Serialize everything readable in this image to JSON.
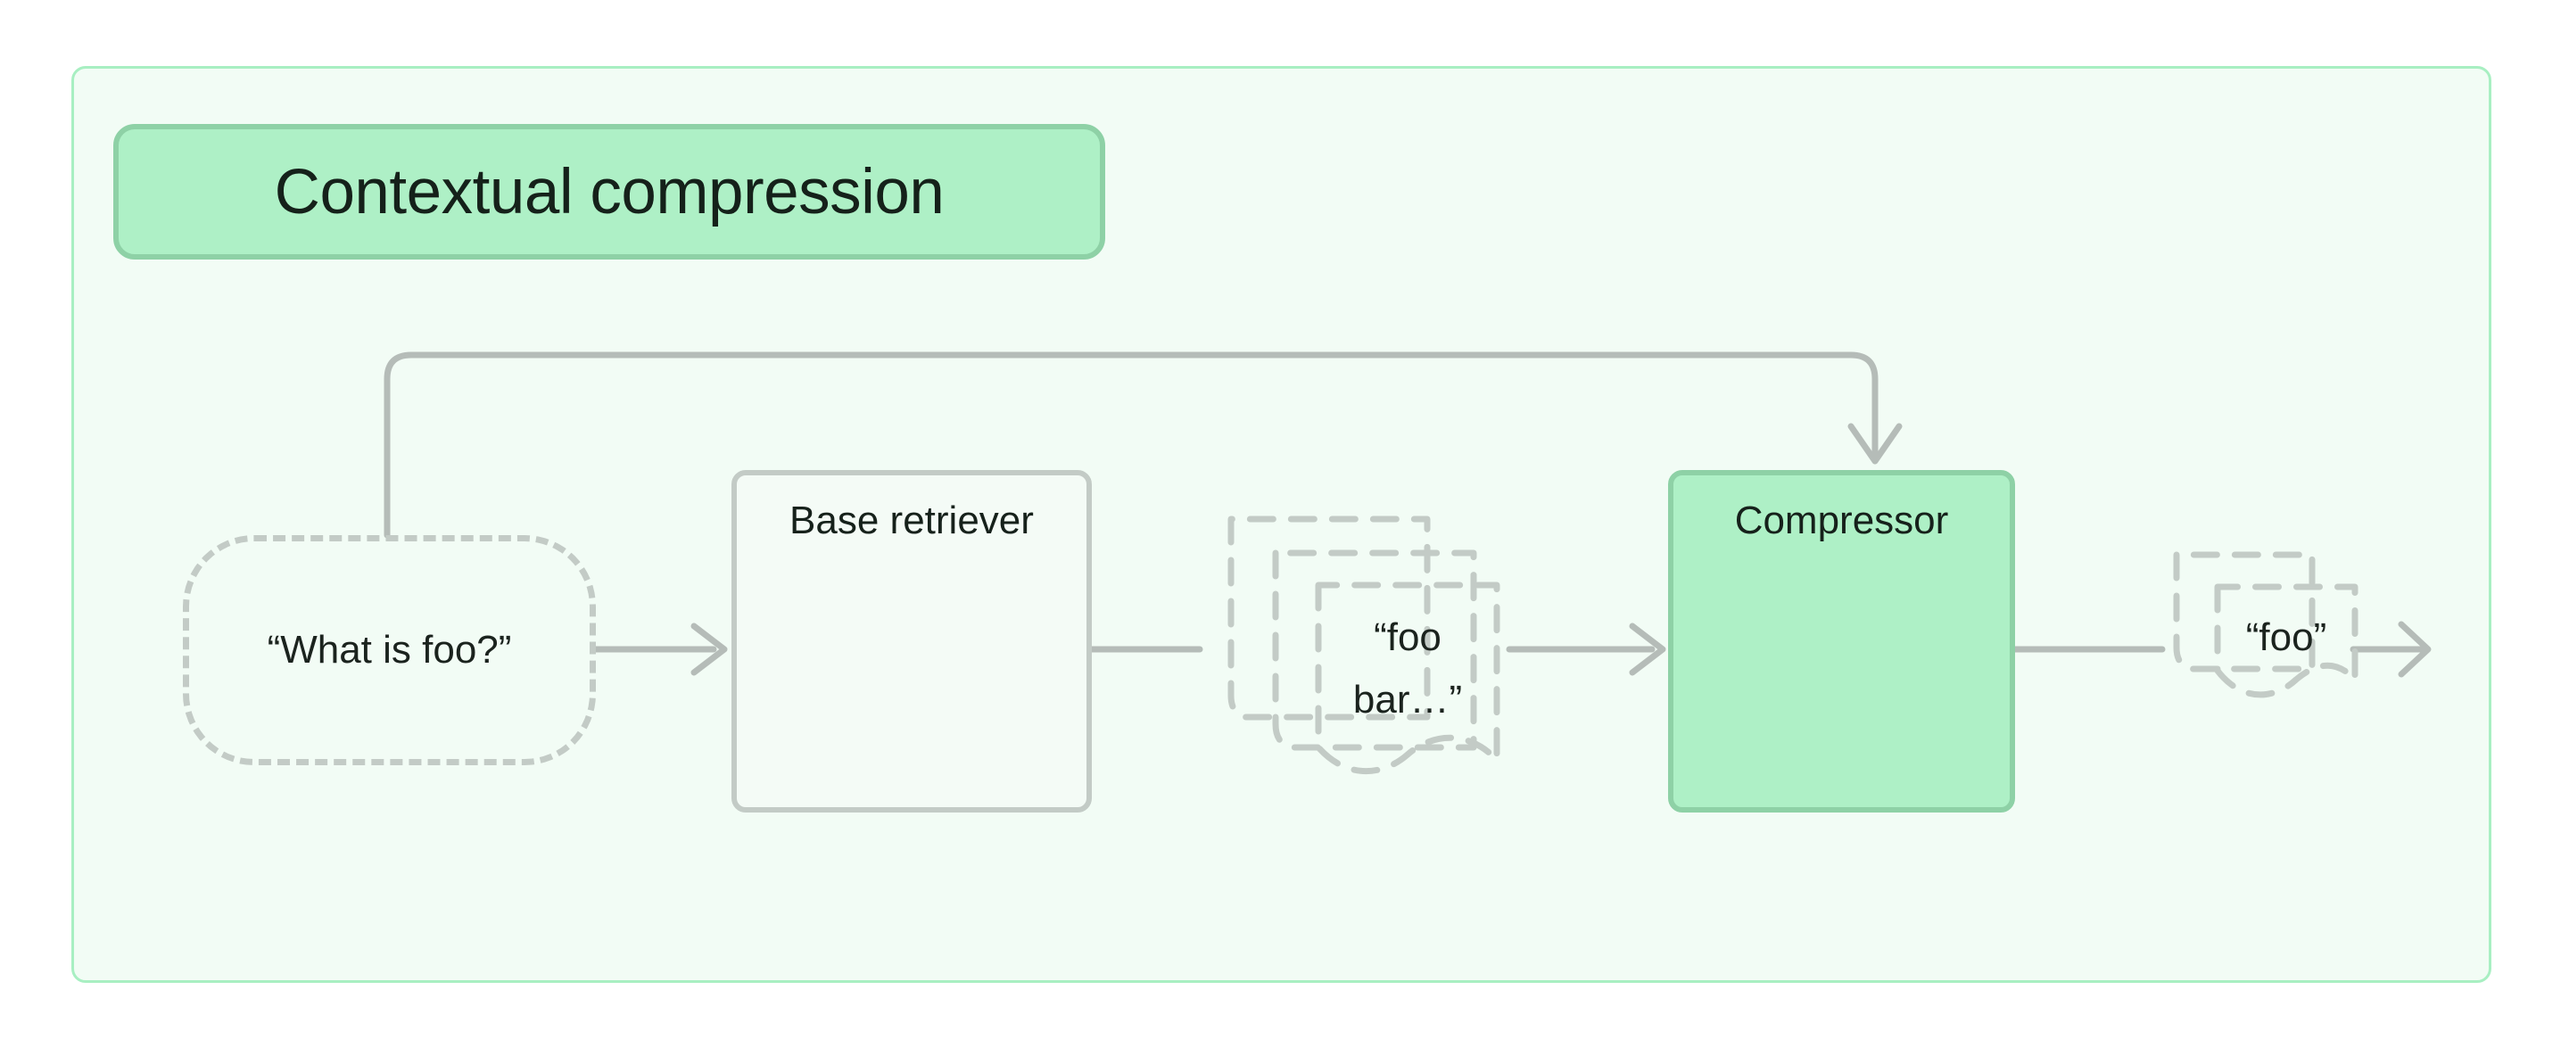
{
  "diagram": {
    "title": "Contextual compression",
    "container": {
      "fill": "#F2FCF5",
      "border": "#A8EFC2"
    },
    "accent_green": "#AEF0C6",
    "accent_green_border": "#8ED1A6",
    "accent_purple": "#E2CCFB",
    "line_gray": "#B5BCB8",
    "dash_gray": "#C3CBC6",
    "text_dark": "#16211B",
    "nodes": {
      "query": {
        "label": "“What is foo?”",
        "shape": "dashed-rounded-rect"
      },
      "base_retriever": {
        "label": "Base retriever",
        "icon": "database-cylinder-icon"
      },
      "retrieved_docs": {
        "label": "“foo\nbar…”",
        "shape": "document-stack",
        "count": 3
      },
      "compressor": {
        "label": "Compressor",
        "icon": "play-triangle-icon"
      },
      "compressed_docs": {
        "label": "“foo”",
        "shape": "document-stack",
        "count": 2
      }
    },
    "edges": [
      {
        "from": "query",
        "to": "base_retriever",
        "style": "solid-arrow"
      },
      {
        "from": "base_retriever",
        "to": "retrieved_docs",
        "style": "solid-arrow"
      },
      {
        "from": "retrieved_docs",
        "to": "compressor",
        "style": "solid-arrow"
      },
      {
        "from": "query",
        "to": "compressor",
        "style": "solid-arrow-feedback-top"
      },
      {
        "from": "compressor",
        "to": "compressed_docs",
        "style": "solid-line"
      },
      {
        "from": "compressed_docs",
        "to": "output",
        "style": "solid-arrow"
      }
    ]
  }
}
